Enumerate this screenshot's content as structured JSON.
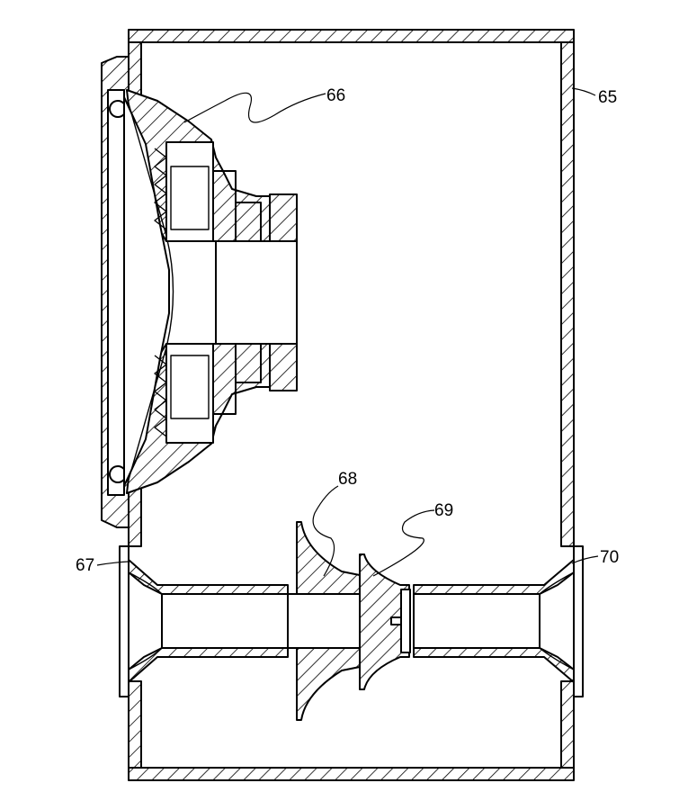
{
  "figure": {
    "labels": {
      "enclosure": "65",
      "driver": "66",
      "port_left_flare": "67",
      "port_coupler_horn": "68",
      "port_coupler_flange": "69",
      "port_right_flare": "70"
    },
    "colors": {
      "line": "#000000",
      "background": "#ffffff"
    }
  }
}
